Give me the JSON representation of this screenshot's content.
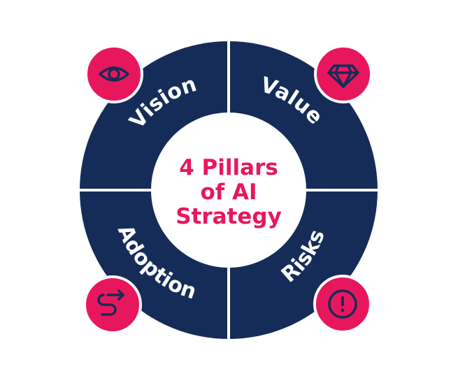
{
  "diagram": {
    "center_title_lines": [
      "4 Pillars",
      "of AI",
      "Strategy"
    ],
    "pillars": [
      {
        "label": "Vision",
        "icon": "eye-icon"
      },
      {
        "label": "Value",
        "icon": "diamond-icon"
      },
      {
        "label": "Adoption",
        "icon": "winding-path-arrow-icon"
      },
      {
        "label": "Risks",
        "icon": "exclamation-icon"
      }
    ],
    "colors": {
      "ring": "#162c58",
      "accent": "#e8175d",
      "background": "#ffffff"
    }
  }
}
